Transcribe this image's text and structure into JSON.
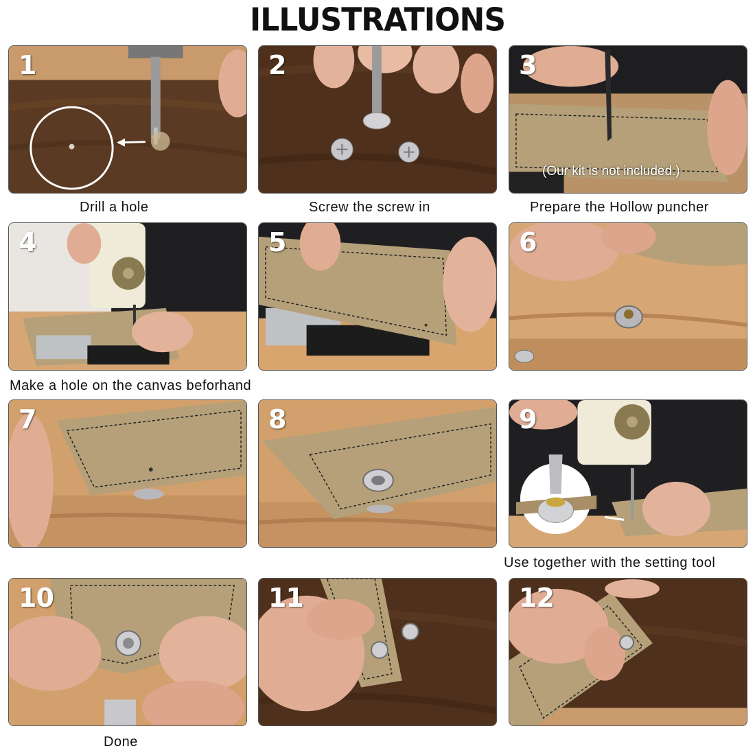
{
  "title": "ILLUSTRATIONS",
  "colors": {
    "wood_dark": "#5a3a22",
    "wood_light": "#d9a56e",
    "canvas": "#b5a079",
    "skin": "#e0ad94",
    "metal": "#c8c8cc",
    "dark_bg": "#1e1e20"
  },
  "steps": [
    {
      "number": "1",
      "caption": "Drill a hole"
    },
    {
      "number": "2",
      "caption": "Screw the screw in"
    },
    {
      "number": "3",
      "caption": "Prepare the Hollow puncher",
      "note": "(Our kit is not included.)"
    },
    {
      "number": "4",
      "caption": "Make a hole on the canvas beforhand"
    },
    {
      "number": "5",
      "caption": ""
    },
    {
      "number": "6",
      "caption": ""
    },
    {
      "number": "7",
      "caption": ""
    },
    {
      "number": "8",
      "caption": ""
    },
    {
      "number": "9",
      "caption": "Use together with the setting tool"
    },
    {
      "number": "10",
      "caption": "Done"
    },
    {
      "number": "11",
      "caption": ""
    },
    {
      "number": "12",
      "caption": ""
    }
  ]
}
